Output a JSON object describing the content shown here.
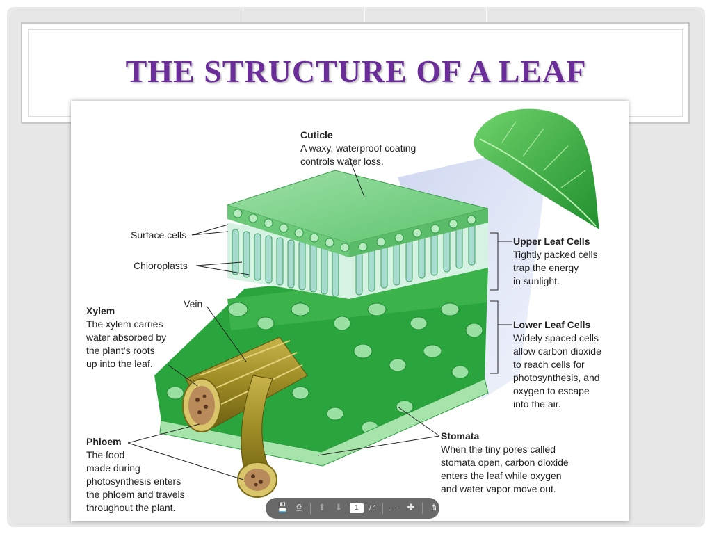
{
  "slide": {
    "title": "THE STRUCTURE OF A LEAF"
  },
  "diagram": {
    "cuticle": {
      "title": "Cuticle",
      "desc": [
        "A waxy, waterproof coating",
        "controls water loss."
      ]
    },
    "surface_cells": "Surface cells",
    "chloroplasts": "Chloroplasts",
    "vein": "Vein",
    "xylem": {
      "title": "Xylem",
      "desc": [
        "The xylem carries",
        "water absorbed by",
        "the plant’s roots",
        "up into the leaf."
      ]
    },
    "phloem": {
      "title": "Phloem",
      "desc": [
        "The food",
        "made during",
        "photosynthesis enters",
        "the phloem and travels",
        "throughout the plant."
      ]
    },
    "upper_cells": {
      "title": "Upper Leaf Cells",
      "desc": [
        "Tightly packed cells",
        "trap the energy",
        "in sunlight."
      ]
    },
    "lower_cells": {
      "title": "Lower Leaf Cells",
      "desc": [
        "Widely spaced cells",
        "allow carbon dioxide",
        "to reach cells for",
        "photosynthesis, and",
        "oxygen to escape",
        "into the air."
      ]
    },
    "stomata": {
      "title": "Stomata",
      "desc": [
        "When the tiny pores called",
        "stomata open, carbon dioxide",
        "enters the leaf while oxygen",
        "and water vapor move out."
      ]
    }
  },
  "pdf_toolbar": {
    "page_current": "1",
    "page_total": "/ 1",
    "icons": [
      "save-icon",
      "print-icon",
      "page-up-icon",
      "page-down-icon",
      "zoom-out-icon",
      "zoom-in-icon",
      "acrobat-icon"
    ]
  }
}
